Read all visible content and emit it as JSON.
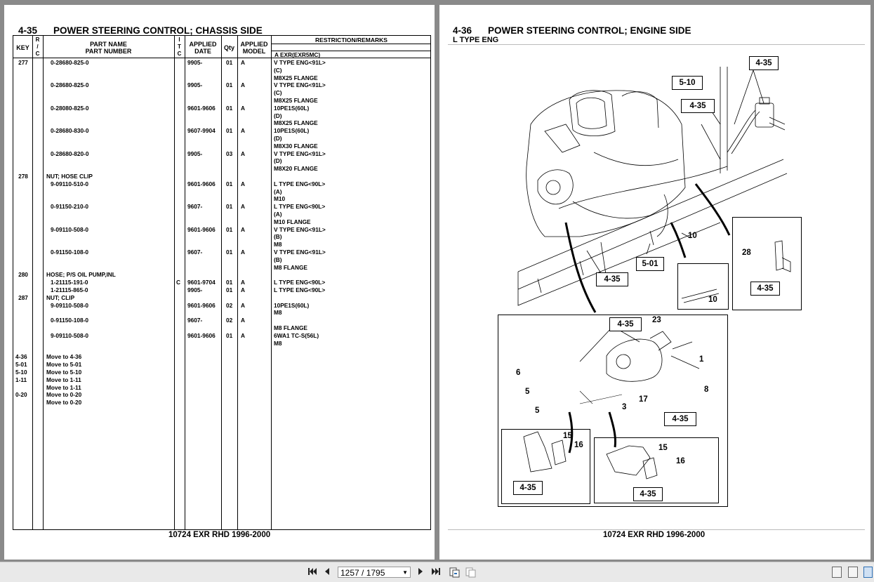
{
  "left": {
    "title_num": "4-35",
    "title_text": "POWER STEERING CONTROL; CHASSIS SIDE",
    "headers": {
      "key": "KEY",
      "rc": "R\n/\nC",
      "itc": "I\nT\nC",
      "part_name": "PART NAME",
      "part_number": "PART NUMBER",
      "applied_date": "APPLIED\nDATE",
      "qty": "Qty",
      "applied_model": "APPLIED\nMODEL",
      "remarks": "RESTRICTION/REMARKS",
      "model_line": "A EXR(EXR5MC)"
    },
    "rows": [
      {
        "key": "277",
        "itc": "",
        "part": "0-28680-825-0",
        "date": "9905-",
        "qty": "01",
        "model": "A",
        "remarks": [
          "V TYPE ENG<91L>",
          "(C)",
          "M8X25 FLANGE"
        ]
      },
      {
        "key": "",
        "itc": "",
        "part": "0-28680-825-0",
        "date": "9905-",
        "qty": "01",
        "model": "A",
        "remarks": [
          "V TYPE ENG<91L>",
          "(C)",
          "M8X25 FLANGE"
        ]
      },
      {
        "key": "",
        "itc": "",
        "part": "0-28080-825-0",
        "date": "9601-9606",
        "qty": "01",
        "model": "A",
        "remarks": [
          "10PE1S(60L)",
          "(D)",
          "M8X25 FLANGE"
        ]
      },
      {
        "key": "",
        "itc": "",
        "part": "0-28680-830-0",
        "date": "9607-9904",
        "qty": "01",
        "model": "A",
        "remarks": [
          "10PE1S(60L)",
          "(D)",
          "M8X30 FLANGE"
        ]
      },
      {
        "key": "",
        "itc": "",
        "part": "0-28680-820-0",
        "date": "9905-",
        "qty": "03",
        "model": "A",
        "remarks": [
          "V TYPE ENG<91L>",
          "(D)",
          "M8X20 FLANGE"
        ]
      },
      {
        "key": "278",
        "itc": "",
        "name": "NUT; HOSE CLIP",
        "part": "9-09110-510-0",
        "date": "9601-9606",
        "qty": "01",
        "model": "A",
        "remarks": [
          "L TYPE ENG<90L>",
          "(A)",
          "M10"
        ]
      },
      {
        "key": "",
        "itc": "",
        "part": "0-91150-210-0",
        "date": "9607-",
        "qty": "01",
        "model": "A",
        "remarks": [
          "L TYPE ENG<90L>",
          "(A)",
          "M10 FLANGE"
        ]
      },
      {
        "key": "",
        "itc": "",
        "part": "9-09110-508-0",
        "date": "9601-9606",
        "qty": "01",
        "model": "A",
        "remarks": [
          "V TYPE ENG<91L>",
          "(B)",
          "M8"
        ]
      },
      {
        "key": "",
        "itc": "",
        "part": "0-91150-108-0",
        "date": "9607-",
        "qty": "01",
        "model": "A",
        "remarks": [
          "V TYPE ENG<91L>",
          "(B)",
          "M8 FLANGE"
        ]
      },
      {
        "key": "280",
        "itc": "C",
        "name": "HOSE; P/S OIL PUMP,INL",
        "part": "1-21115-191-0",
        "date": "9601-9704",
        "qty": "01",
        "model": "A",
        "remarks": [
          "L TYPE ENG<90L>"
        ]
      },
      {
        "key": "",
        "itc": "",
        "part": "1-21115-865-0",
        "date": "9905-",
        "qty": "01",
        "model": "A",
        "remarks": [
          "L TYPE ENG<90L>"
        ]
      },
      {
        "key": "287",
        "itc": "",
        "name": "NUT; CLIP",
        "part": "9-09110-508-0",
        "date": "9601-9606",
        "qty": "02",
        "model": "A",
        "remarks": [
          "10PE1S(60L)",
          "M8"
        ]
      },
      {
        "key": "",
        "itc": "",
        "part": "0-91150-108-0",
        "date": "9607-",
        "qty": "02",
        "model": "A",
        "remarks": [
          "",
          "M8 FLANGE"
        ]
      },
      {
        "key": "",
        "itc": "",
        "part": "9-09110-508-0",
        "date": "9601-9606",
        "qty": "01",
        "model": "A",
        "remarks": [
          "6WA1 TC-S(56L)",
          "M8"
        ]
      }
    ],
    "moves": [
      {
        "key": "4-36",
        "text": "Move to 4-36"
      },
      {
        "key": "5-01",
        "text": "Move to 5-01"
      },
      {
        "key": "5-10",
        "text": "Move to 5-10"
      },
      {
        "key": "1-11",
        "text": "Move to 1-11"
      },
      {
        "key": "",
        "text": "Move to 1-11"
      },
      {
        "key": "0-20",
        "text": "Move to 0-20"
      },
      {
        "key": "",
        "text": "Move to 0-20"
      }
    ],
    "footer": "10724 EXR RHD 1996-2000"
  },
  "right": {
    "title_num": "4-36",
    "title_text": "POWER STEERING CONTROL; ENGINE SIDE",
    "subtitle": "L TYPE ENG",
    "refs": {
      "r435_top": "4-35",
      "r510": "5-10",
      "r435_mid": "4-35",
      "r501": "5-01",
      "r435_left": "4-35",
      "r435_bracket": "4-35",
      "r435_pump": "4-35",
      "r435_bolt": "4-35",
      "r435_inset1": "4-35",
      "r435_inset2": "4-35"
    },
    "callouts": {
      "c10_main": "10",
      "c10_inset": "10",
      "c28": "28",
      "c23": "23",
      "c1": "1",
      "c6": "6",
      "c5a": "5",
      "c5b": "5",
      "c17": "17",
      "c3": "3",
      "c8": "8",
      "c15a": "15",
      "c16a": "16",
      "c15b": "15",
      "c16b": "16"
    },
    "footer": "10724 EXR RHD 1996-2000"
  },
  "toolbar": {
    "first_icon": "first-page-icon",
    "prev_icon": "prev-page-icon",
    "page_value": "1257 / 1795",
    "next_icon": "next-page-icon",
    "last_icon": "last-page-icon"
  }
}
